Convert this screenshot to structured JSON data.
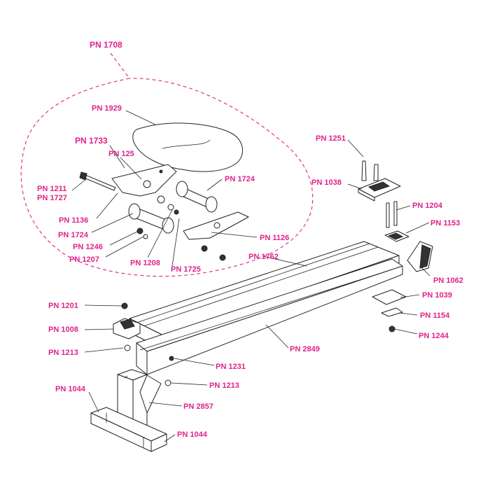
{
  "colors": {
    "label": "#e0218a",
    "line": "#222222",
    "background": "#ffffff"
  },
  "labels": {
    "pn1708": "PN 1708",
    "pn1929": "PN 1929",
    "pn1733": "PN 1733",
    "pn125": "PN 125",
    "pn1211": "PN 1211",
    "pn1727": "PN 1727",
    "pn1724a": "PN 1724",
    "pn1136": "PN 1136",
    "pn1724b": "PN 1724",
    "pn1246": "PN 1246",
    "pn1207": "PN 1207",
    "pn1208": "PN 1208",
    "pn1725": "PN 1725",
    "pn1126": "PN 1126",
    "pn1251": "PN 1251",
    "pn1038": "PN 1038",
    "pn1204": "PN 1204",
    "pn1153": "PN 1153",
    "pn1762": "PN 1762",
    "pn1062": "PN 1062",
    "pn1039": "PN 1039",
    "pn1201": "PN 1201",
    "pn1154": "PN 1154",
    "pn1008": "PN 1008",
    "pn1244": "PN 1244",
    "pn2849": "PN 2849",
    "pn1213a": "PN 1213",
    "pn1231": "PN 1231",
    "pn1213b": "PN 1213",
    "pn1044a": "PN 1044",
    "pn2857": "PN 2857",
    "pn1044b": "PN 1044"
  }
}
